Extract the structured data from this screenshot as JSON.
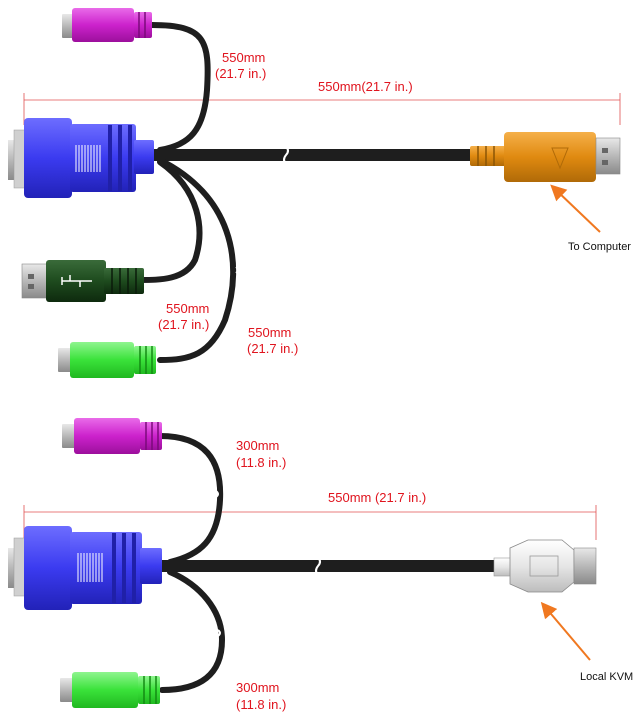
{
  "top_cable": {
    "labels": {
      "ps2_purple_len": "550mm",
      "ps2_purple_len_in": "(21.7 in.)",
      "main_len": "550mm(21.7 in.)",
      "usb_len": "550mm",
      "usb_len_in": "(21.7 in.)",
      "ps2_green_len": "550mm",
      "ps2_green_len_in": "(21.7 in.)",
      "to_computer": "To Computer"
    }
  },
  "bottom_cable": {
    "labels": {
      "ps2_purple_len": "300mm",
      "ps2_purple_len_in": "(11.8 in.)",
      "main_len": "550mm (21.7 in.)",
      "ps2_green_len": "300mm",
      "ps2_green_len_in": "(11.8 in.)",
      "local_kvm": "Local KVM"
    }
  },
  "colors": {
    "ps2_purple": "#d21ed2",
    "ps2_green": "#32e632",
    "vga_blue": "#3c3cf0",
    "usb_green": "#1e4b1e",
    "orange_connector": "#e08a10",
    "arrow": "#f07820",
    "dimension_text": "#e0141e"
  }
}
